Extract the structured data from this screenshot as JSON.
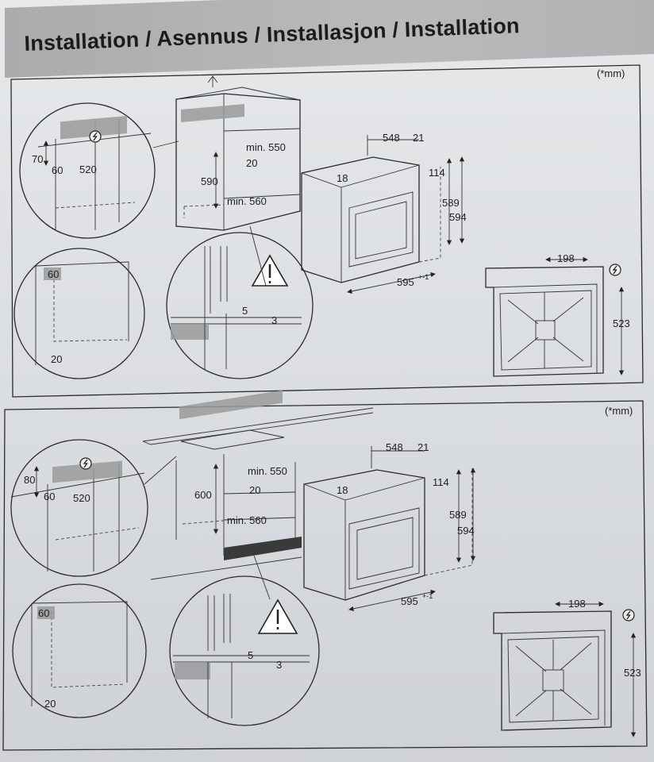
{
  "header": {
    "title": "Installation / Asennus / Installasjon / Installation"
  },
  "panels": [
    {
      "unit_note": "(*mm)",
      "cabinet": {
        "min_depth": "min. 550",
        "inset": "20",
        "height": "590",
        "min_width": "min. 560"
      },
      "socket_detail": {
        "height": "70",
        "offset": "60",
        "depth": "520"
      },
      "side_detail": {
        "offset_top": "60",
        "offset_bottom": "20"
      },
      "gap_detail": {
        "gap_a": "5",
        "gap_b": "3"
      },
      "oven": {
        "depth": "548",
        "front": "21",
        "top": "18",
        "panel": "114",
        "body_height": "589",
        "total_height": "594",
        "width": "595",
        "width_tol": "+-1"
      },
      "back_view": {
        "cable_offset": "198",
        "cable_height": "523"
      }
    },
    {
      "unit_note": "(*mm)",
      "cabinet": {
        "min_depth": "min. 550",
        "inset": "20",
        "height": "600",
        "min_width": "min. 560"
      },
      "socket_detail": {
        "height": "80",
        "offset": "60",
        "depth": "520"
      },
      "side_detail": {
        "offset_top": "60",
        "offset_bottom": "20"
      },
      "gap_detail": {
        "gap_a": "5",
        "gap_b": "3"
      },
      "oven": {
        "depth": "548",
        "front": "21",
        "top": "18",
        "panel": "114",
        "body_height": "589",
        "total_height": "594",
        "width": "595",
        "width_tol": "+-1"
      },
      "back_view": {
        "cable_offset": "198",
        "cable_height": "523"
      }
    }
  ],
  "icons": [
    "electric-symbol-icon",
    "warning-triangle-icon",
    "up-arrow-icon"
  ],
  "colors": {
    "background": "#dcdfe2",
    "title_bar": "#b0b2b4",
    "line": "#2a2a2a",
    "hatch": "#9a9a9a"
  }
}
